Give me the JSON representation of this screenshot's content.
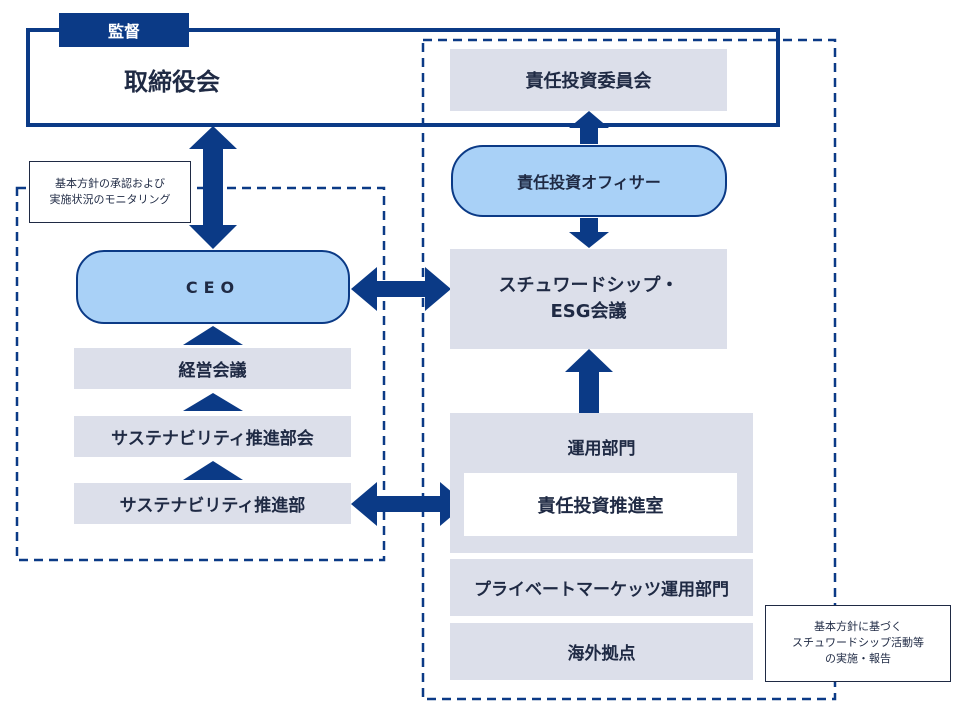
{
  "supervision_tab": "監督",
  "board": "取締役会",
  "responsible_investment_committee": "責任投資委員会",
  "responsible_investment_officer": "責任投資オフィサー",
  "ceo": "CEO",
  "stewardship_esg_meeting": {
    "line1": "スチュワードシップ・",
    "line2": "ESG会議"
  },
  "management_meeting": "経営会議",
  "sustainability_committee": "サステナビリティ推進部会",
  "sustainability_department": "サステナビリティ推進部",
  "investment_division": "運用部門",
  "responsible_investment_office": "責任投資推進室",
  "private_markets_division": "プライベートマーケッツ運用部門",
  "overseas_offices": "海外拠点",
  "left_note": {
    "line1": "基本方針の承認および",
    "line2": "実施状況のモニタリング"
  },
  "right_note": {
    "line1": "基本方針に基づく",
    "line2": "スチュワードシップ活動等",
    "line3": "の実施・報告"
  },
  "colors": {
    "navy": "#0b3a86",
    "light_blue": "#a9d1f7",
    "gray_box": "#dcdfea",
    "text": "#1f2a44"
  }
}
